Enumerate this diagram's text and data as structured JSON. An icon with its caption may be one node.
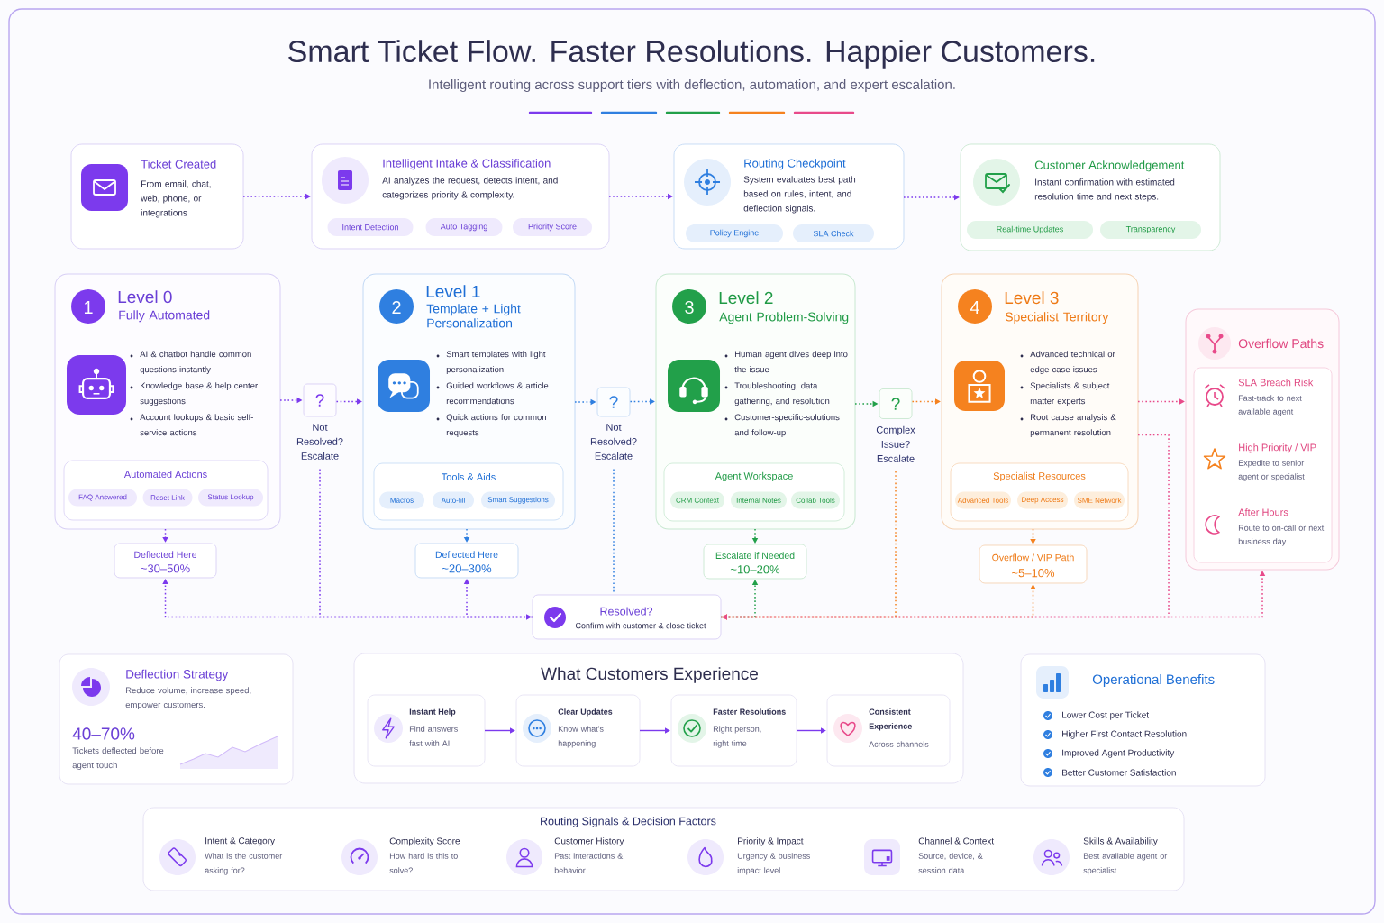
{
  "diagram": {
    "title": "Smart Ticket Flow. Faster Resolutions. Happier Customers.",
    "labels": [
      "Intelligent routing across support tiers with deflection, automation, and expert escalation."
    ],
    "nodes": [
      {
        "text": [
          "Ticket Created",
          "From email, chat, web, phone, or integrations"
        ]
      },
      {
        "text": [
          "Intelligent Intake & Classification",
          "AI analyzes the request, detects intent, and categorizes priority & complexity."
        ]
      },
      {
        "text": [
          "Intent Detection"
        ],
        "in": 1
      },
      {
        "text": [
          "Auto Tagging"
        ],
        "in": 1
      },
      {
        "text": [
          "Priority Score"
        ],
        "in": 1
      },
      {
        "text": [
          "Routing Checkpoint",
          "System evaluates best path based on rules, intent, and deflection signals."
        ]
      },
      {
        "text": [
          "Policy Engine"
        ],
        "in": 5
      },
      {
        "text": [
          "SLA Check"
        ],
        "in": 5
      },
      {
        "text": [
          "Customer Acknowledgement",
          "Instant confirmation with estimated resolution time and next steps."
        ]
      },
      {
        "text": [
          "Real-time Updates"
        ],
        "in": 8
      },
      {
        "text": [
          "Transparency"
        ],
        "in": 8
      },
      {
        "text": [
          "1",
          "Level 0",
          "Fully Automated",
          "AI & chatbot handle common questions instantly",
          "Knowledge base & help center suggestions",
          "Account lookups & basic self-service actions"
        ]
      },
      {
        "text": [
          "Automated Actions"
        ],
        "in": 11
      },
      {
        "text": [
          "FAQ Answered"
        ],
        "in": 12
      },
      {
        "text": [
          "Reset Link"
        ],
        "in": 12
      },
      {
        "text": [
          "Status Lookup"
        ],
        "in": 12
      },
      {
        "text": [
          "Deflected Here",
          "~30–50%"
        ]
      },
      {
        "text": [
          "?"
        ],
        "beside": [
          "Not Resolved? Escalate"
        ]
      },
      {
        "text": [
          "2",
          "Level 1",
          "Template + Light Personalization",
          "Smart templates with light personalization",
          "Guided workflows & article recommendations",
          "Quick actions for common requests"
        ]
      },
      {
        "text": [
          "Tools & Aids"
        ],
        "in": 18
      },
      {
        "text": [
          "Macros"
        ],
        "in": 19
      },
      {
        "text": [
          "Auto-fill"
        ],
        "in": 19
      },
      {
        "text": [
          "Smart Suggestions"
        ],
        "in": 19
      },
      {
        "text": [
          "Deflected Here",
          "~20–30%"
        ]
      },
      {
        "text": [
          "?"
        ],
        "beside": [
          "Not Resolved? Escalate"
        ]
      },
      {
        "text": [
          "3",
          "Level 2",
          "Agent Problem-Solving",
          "Human agent dives deep into the issue",
          "Troubleshooting, data gathering, and resolution",
          "Customer-specific-solutions and follow-up"
        ]
      },
      {
        "text": [
          "Agent Workspace"
        ],
        "in": 25
      },
      {
        "text": [
          "CRM Context"
        ],
        "in": 26
      },
      {
        "text": [
          "Internal Notes"
        ],
        "in": 26
      },
      {
        "text": [
          "Collab Tools"
        ],
        "in": 26
      },
      {
        "text": [
          "Escalate if Needed",
          "~10–20%"
        ]
      },
      {
        "text": [
          "?"
        ],
        "beside": [
          "Complex Issue? Escalate"
        ]
      },
      {
        "text": [
          "4",
          "Level 3",
          "Specialist Territory",
          "Advanced technical or edge-case issues",
          "Specialists & subject matter experts",
          "Root cause analysis & permanent resolution"
        ]
      },
      {
        "text": [
          "Specialist Resources"
        ],
        "in": 32
      },
      {
        "text": [
          "Advanced Tools"
        ],
        "in": 33
      },
      {
        "text": [
          "Deep Access"
        ],
        "in": 33
      },
      {
        "text": [
          "SME Network"
        ],
        "in": 33
      },
      {
        "text": [
          "Overflow / VIP Path",
          "~5–10%"
        ]
      },
      {
        "text": [
          "Overflow Paths",
          "SLA Breach Risk",
          "Fast-track to next available agent",
          "High Priority / VIP",
          "Expedite to senior agent or specialist",
          "After Hours",
          "Route to on-call or next business day"
        ]
      },
      {
        "text": [
          "Resolved?",
          "Confirm with customer & close ticket"
        ]
      },
      {
        "text": [
          "Deflection Strategy",
          "Reduce volume, increase speed, empower customers.",
          "40–70%",
          "Tickets deflected before agent touch"
        ]
      },
      {
        "text": [
          "What Customers Experience"
        ]
      },
      {
        "text": [
          "Instant Help",
          "Find answers fast with AI"
        ],
        "in": 41
      },
      {
        "text": [
          "Clear Updates",
          "Know what's happening"
        ],
        "in": 41
      },
      {
        "text": [
          "Faster Resolutions",
          "Right person, right time"
        ],
        "in": 41
      },
      {
        "text": [
          "Consistent Experience",
          "Across channels"
        ],
        "in": 41
      },
      {
        "text": [
          "Operational Benefits",
          "Lower Cost per Ticket",
          "Higher First Contact Resolution",
          "Improved Agent Productivity",
          "Better Customer Satisfaction"
        ]
      },
      {
        "text": [
          "Routing Signals & Decision Factors",
          "Intent & Category",
          "What is the customer asking for?",
          "Complexity Score",
          "How hard is this to solve?",
          "Customer History",
          "Past interactions & behavior",
          "Priority & Impact",
          "Urgency & business impact level",
          "Channel & Context",
          "Source, device, & session data",
          "Skills & Availability",
          "Best available agent or specialist"
        ]
      }
    ],
    "edges": [
      {
        "from": 0,
        "to": 1,
        "arrow": "to",
        "style": "dashed"
      },
      {
        "from": 1,
        "to": 5,
        "arrow": "to",
        "style": "dashed"
      },
      {
        "from": 5,
        "to": 8,
        "arrow": "to",
        "style": "dashed"
      },
      {
        "from": 11,
        "to": 17,
        "arrow": "to",
        "style": "dashed"
      },
      {
        "from": 17,
        "to": 18,
        "arrow": "to",
        "style": "dashed"
      },
      {
        "from": 18,
        "to": 24,
        "arrow": "to",
        "style": "dashed",
        "color": "#2f7fe0"
      },
      {
        "from": 24,
        "to": 25,
        "arrow": "to",
        "style": "dashed",
        "color": "#2f7fe0"
      },
      {
        "from": 25,
        "to": 31,
        "arrow": "to",
        "style": "dashed",
        "color": "#22a04a"
      },
      {
        "from": 31,
        "to": 32,
        "arrow": "to",
        "style": "dashed",
        "color": "#f5821f"
      },
      {
        "from": 32,
        "to": 38,
        "arrow": "to",
        "style": "dashed",
        "color": "#e84a8a"
      },
      {
        "from": 11,
        "to": 16,
        "arrow": "to",
        "style": "dashed"
      },
      {
        "from": 18,
        "to": 23,
        "arrow": "to",
        "style": "dashed",
        "color": "#2f7fe0"
      },
      {
        "from": 25,
        "to": 30,
        "arrow": "to",
        "style": "dashed",
        "color": "#22a04a"
      },
      {
        "from": 32,
        "to": 37,
        "arrow": "to",
        "style": "dashed",
        "color": "#f5821f"
      },
      {
        "from": 17,
        "to": 39,
        "arrow": "to",
        "style": "dashed"
      },
      {
        "from": 39,
        "to": 16,
        "arrow": "to",
        "style": "dashed"
      },
      {
        "from": 39,
        "to": 23,
        "arrow": "to",
        "style": "dashed"
      },
      {
        "from": 24,
        "to": 39,
        "arrow": "none",
        "style": "dashed",
        "color": "#2f7fe0"
      },
      {
        "from": 31,
        "to": 39,
        "arrow": "to",
        "style": "dashed",
        "color": "#f5821f"
      },
      {
        "from": 39,
        "to": 30,
        "arrow": "to",
        "style": "dashed",
        "color": "#22a04a"
      },
      {
        "from": 39,
        "to": 37,
        "arrow": "to",
        "style": "dashed",
        "color": "#f5821f"
      },
      {
        "from": 32,
        "to": 39,
        "arrow": "to",
        "style": "dashed",
        "color": "#e84a8a"
      },
      {
        "from": 39,
        "to": 38,
        "arrow": "to",
        "style": "dashed",
        "color": "#e84a8a"
      },
      {
        "from": 42,
        "to": 43,
        "arrow": "to"
      },
      {
        "from": 43,
        "to": 44,
        "arrow": "to"
      },
      {
        "from": 44,
        "to": 45,
        "arrow": "to"
      }
    ]
  }
}
